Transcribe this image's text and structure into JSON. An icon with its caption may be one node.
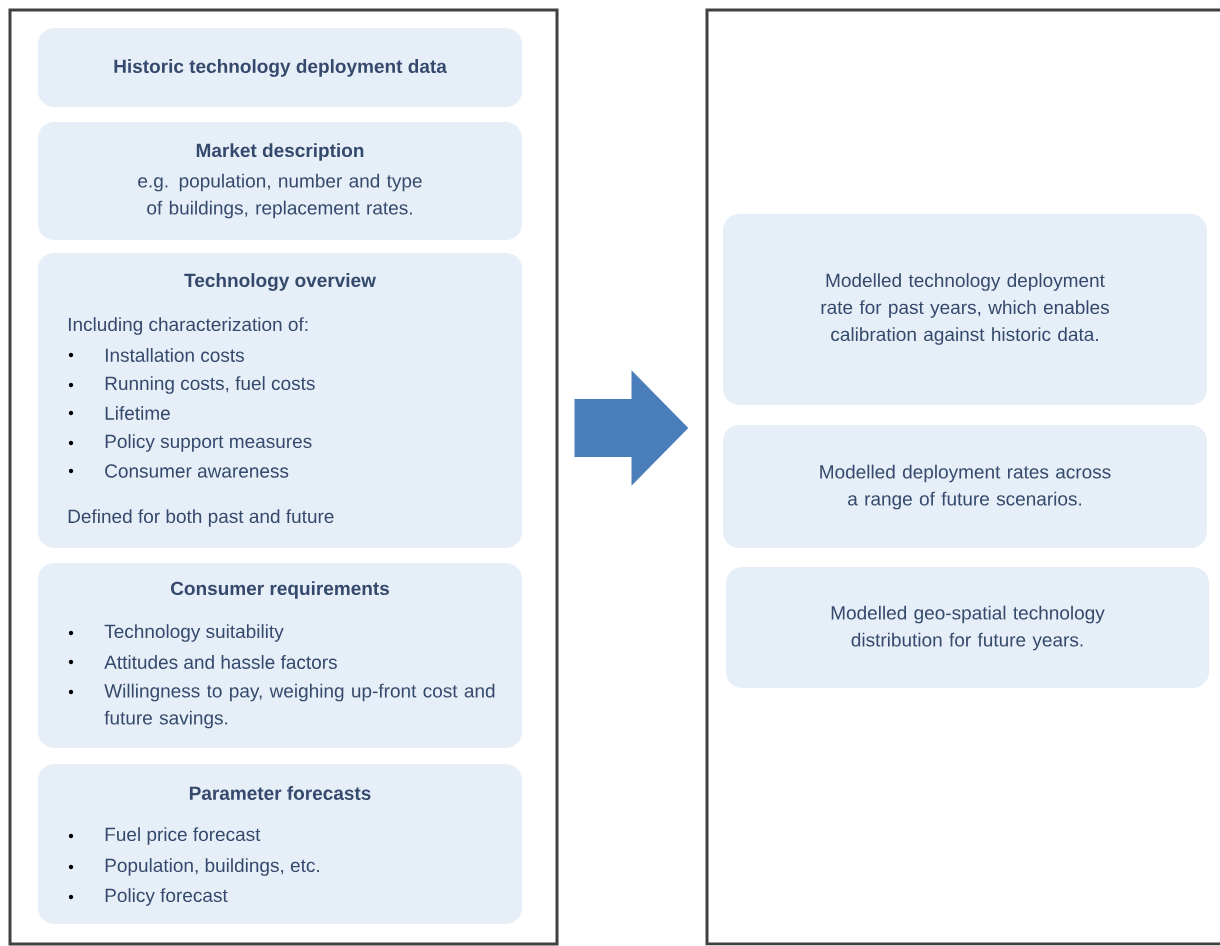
{
  "diagram": {
    "nodes": [
      {
        "text": [],
        "shape": "box"
      },
      {
        "text": [
          "Historic technology deployment data"
        ],
        "in": 0
      },
      {
        "text": [
          "Market description",
          "e.g. population, number and type of buildings, replacement rates."
        ],
        "in": 0
      },
      {
        "text": [
          "Technology overview",
          "Including characterization of:",
          "Installation costs",
          "Running costs, fuel costs",
          "Lifetime",
          "Policy support measures",
          "Consumer awareness",
          "Defined for both past and future"
        ],
        "in": 0
      },
      {
        "text": [
          "Consumer requirements",
          "Technology suitability",
          "Attitudes and hassle factors",
          "Willingness to pay, weighing up-front cost and future savings."
        ],
        "in": 0
      },
      {
        "text": [
          "Parameter forecasts",
          "Fuel price forecast",
          "Population, buildings, etc.",
          "Policy forecast"
        ],
        "in": 0
      },
      {
        "text": [],
        "shape": "box"
      },
      {
        "text": [
          "Modelled technology deployment rate for past years, which enables calibration against historic data."
        ],
        "in": 6
      },
      {
        "text": [
          "Modelled deployment rates across a range of future scenarios."
        ],
        "in": 6
      },
      {
        "text": [
          "Modelled geo-spatial technology distribution for future years."
        ],
        "in": 6
      }
    ],
    "edges": [
      {
        "from": 0,
        "to": 6,
        "arrow": "to"
      }
    ]
  }
}
